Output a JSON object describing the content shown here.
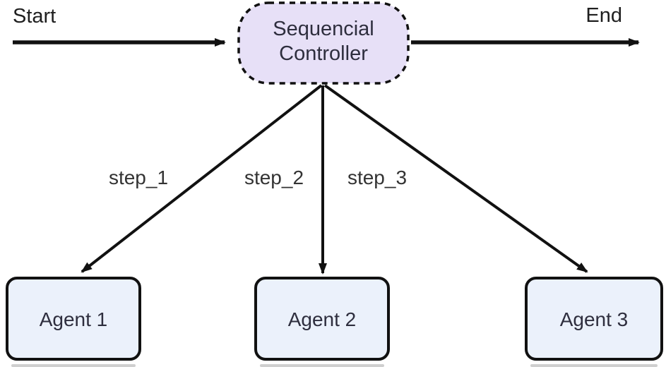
{
  "diagram": {
    "type": "flowchart",
    "start_label": "Start",
    "end_label": "End",
    "controller": {
      "line1": "Sequencial",
      "line2": "Controller"
    },
    "edges": [
      {
        "label": "step_1",
        "from": "Sequencial Controller",
        "to": "Agent 1"
      },
      {
        "label": "step_2",
        "from": "Sequencial Controller",
        "to": "Agent 2"
      },
      {
        "label": "step_3",
        "from": "Sequencial Controller",
        "to": "Agent 3"
      }
    ],
    "agents": [
      {
        "label": "Agent 1"
      },
      {
        "label": "Agent 2"
      },
      {
        "label": "Agent 3"
      }
    ],
    "colors": {
      "controller_fill": "#e7e0f7",
      "agent_fill": "#ebf1fb",
      "line": "#111111",
      "text": "#333333"
    }
  }
}
